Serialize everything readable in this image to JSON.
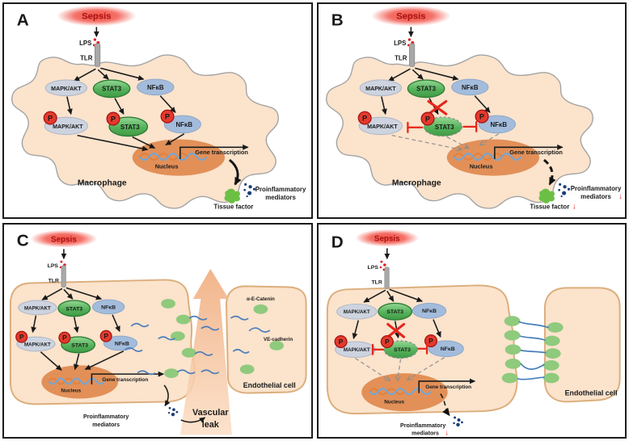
{
  "panels": [
    {
      "letter": "A"
    },
    {
      "letter": "B"
    },
    {
      "letter": "C"
    },
    {
      "letter": "D"
    }
  ],
  "labels": {
    "sepsis": "Sepsis",
    "lps": "LPS",
    "tlr": "TLR",
    "mapk_akt": "MAPK/AKT",
    "stat3": "STAT3",
    "nfkb": "NFκB",
    "phospho": "P",
    "nucleus": "Nucleus",
    "gene_transcription": "Gene transcription",
    "macrophage": "Macrophage",
    "endothelial_cell": "Endothelial cell",
    "proinflammatory_1": "Proinflammatory",
    "proinflammatory_2": "mediators",
    "tissue_factor": "Tissue factor",
    "vascular_1": "Vascular",
    "vascular_2": "leak",
    "alpha_e_catenin": "α-E-Catenin",
    "ve_cadherin": "VE-cadherin",
    "decrease": "↓"
  },
  "colors": {
    "cell_fill": "#fbe3cc",
    "macrophage_membrane": "#a3a3a3",
    "endothelial_membrane": "#dcae7c",
    "nucleus_fill": "#e29058",
    "mapk_node": "#cdd4e0",
    "nfkb_node": "#a3bcdc",
    "stat3_node": "#55b15a",
    "phospho_badge": "#e43a2d",
    "sepsis_glow": "#f04438",
    "sepsis_text": "#a81414",
    "inhibition_red": "#e6261b",
    "mediator_dots": "#1c3f77",
    "tissue_factor_green": "#6cbf45",
    "catenin_green": "#8fca7d",
    "cadherin_blue": "#4a7ebb",
    "vascular_leak_fill": "#f3bd94",
    "vascular_leak_text": "#e8463b"
  }
}
